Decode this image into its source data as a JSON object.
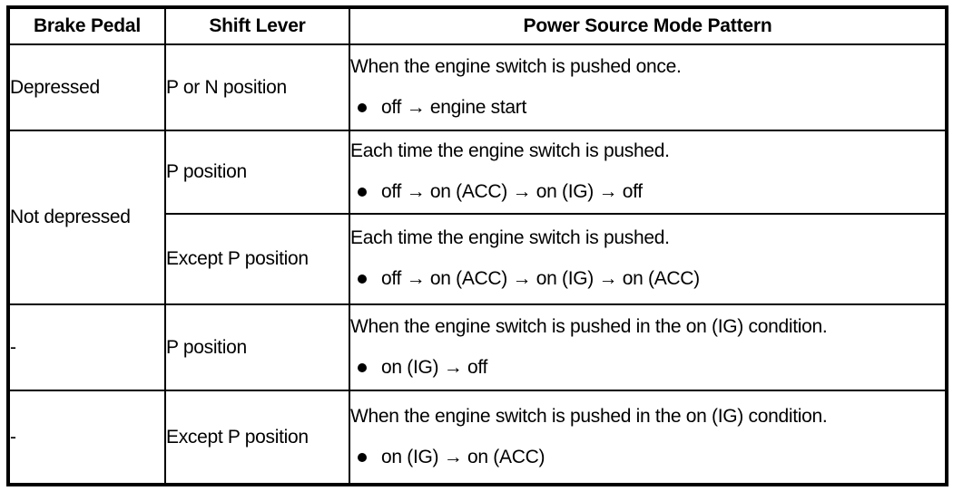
{
  "table": {
    "headers": [
      "Brake Pedal",
      "Shift Lever",
      "Power Source Mode Pattern"
    ],
    "rows": [
      {
        "brake": "Depressed",
        "shift": "P or N position",
        "power_condition": "When the engine switch is pushed once.",
        "power_pattern": "off → engine start",
        "bullet": "●"
      },
      {
        "brake": "Not depressed",
        "shift": "P position",
        "power_condition": "Each time the engine switch is pushed.",
        "power_pattern": "off → on (ACC) → on (IG) → off",
        "bullet": "●"
      },
      {
        "brake": "",
        "shift": "Except P position",
        "power_condition": "Each time the engine switch is pushed.",
        "power_pattern": "off → on (ACC) → on (IG) → on (ACC)",
        "bullet": "●"
      },
      {
        "brake": "-",
        "shift": "P position",
        "power_condition": "When the engine switch is pushed in the on (IG) condition.",
        "power_pattern": "on (IG) → off",
        "bullet": "●"
      },
      {
        "brake": "-",
        "shift": "Except P position",
        "power_condition": "When the engine switch is pushed in the on (IG) condition.",
        "power_pattern": "on (IG) → on (ACC)",
        "bullet": "●"
      }
    ]
  },
  "colors": {
    "border": "#000000",
    "text": "#000000",
    "background": "#ffffff"
  }
}
